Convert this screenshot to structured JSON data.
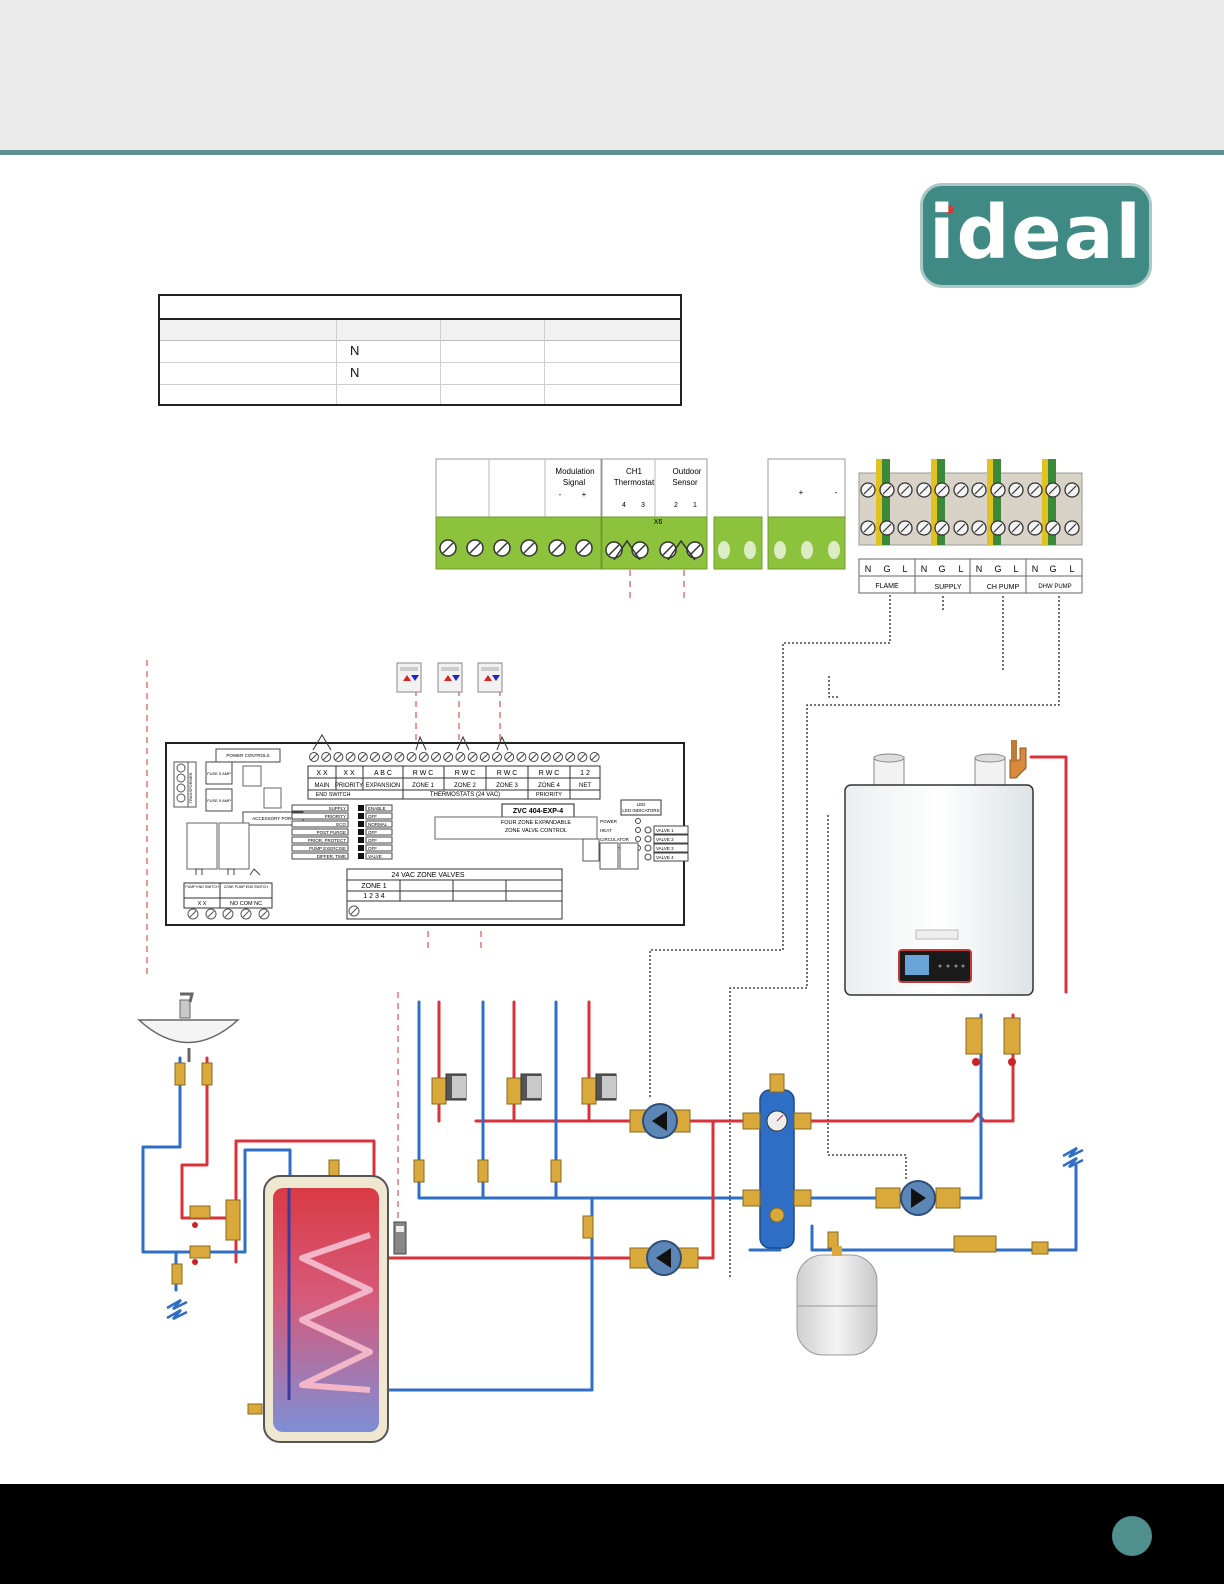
{
  "brand": {
    "logo_text": "ideal",
    "colors": {
      "teal": "#3f8a85",
      "header_rule": "#5f8f90"
    }
  },
  "settings_table": {
    "rows": [
      {
        "value": "N"
      },
      {
        "value": "N"
      }
    ]
  },
  "terminal_block_left": {
    "modulation_label": "Modulation",
    "signal_label": "Signal",
    "mod_minus": "-",
    "mod_plus": "+",
    "ch1_label": "CH1",
    "thermostat_label": "Thermostat",
    "outdoor_label": "Outdoor",
    "sensor_label": "Sensor",
    "pin_4": "4",
    "pin_3": "3",
    "pin_2": "2",
    "pin_1": "1",
    "connector_id": "X6",
    "aux_plus": "+",
    "aux_minus": "-"
  },
  "terminal_block_right": {
    "pin_letters": [
      "N",
      "G",
      "L",
      "N",
      "G",
      "L",
      "N",
      "G",
      "L",
      "N",
      "G",
      "L"
    ],
    "groups": [
      "FLAME",
      "SUPPLY",
      "CH PUMP",
      "DHW PUMP"
    ]
  },
  "zone_control": {
    "model": "ZVC 404-EXP-4",
    "description_1": "FOUR ZONE EXPANDABLE",
    "description_2": "ZONE VALVE CONTROL",
    "power_controls": "POWER CONTROLS",
    "fuse_label": "FUSE 5 AMP",
    "transformer_label": "TRANSFORMER",
    "accessory_port": "ACCESSORY PORT",
    "led_indicators": "LED INDICATORS",
    "terminal_codes": [
      "X X",
      "X X",
      "A B C",
      "R W C",
      "R W C",
      "R W C",
      "R W C",
      "1 2"
    ],
    "terminal_names": [
      "MAIN",
      "PRIORITY",
      "EXPANSION",
      "ZONE 1",
      "ZONE 2",
      "ZONE 3",
      "ZONE 4",
      "NET"
    ],
    "end_switch": "END SWITCH",
    "thermostats": "THERMOSTATS (24 VAC)",
    "priority": "PRIORITY",
    "dip_labels": [
      "SUPPLY",
      "PRIORITY",
      "ECO",
      "POST PURGE",
      "PRIOR. PROTECT",
      "PUMP EXERCISE",
      "DIFFER. TIME"
    ],
    "dip_values": [
      "ENABLE",
      "OFF",
      "NORMAL",
      "OFF",
      "OFF",
      "OFF",
      "VALVE"
    ],
    "indicator_labels": [
      "POWER",
      "HEAT",
      "CIRCULATOR",
      "PRIORITY"
    ],
    "valve_labels": [
      "VALVE 1",
      "VALVE 2",
      "VALVE 3",
      "VALVE 4"
    ],
    "zone_valves_title": "24 VAC ZONE VALVES",
    "zone_1": "ZONE 1",
    "zone_1_pins": "1  2  3  4",
    "pump_end_switch": "PUMP END SWITCH",
    "zone_pump_end_switch": "ZONE PUMP END SWITCH",
    "pump_terminals": "X     X",
    "zone_pump_terminals": "NO COM  NC"
  }
}
